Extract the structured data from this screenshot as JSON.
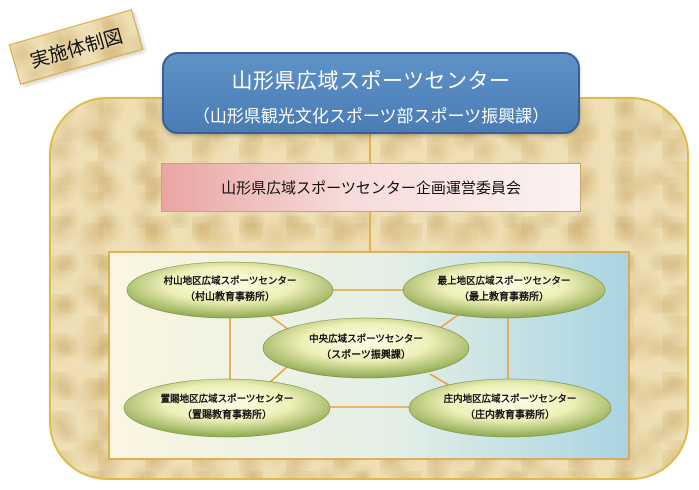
{
  "title_tag": "実施体制図",
  "header": {
    "title": "山形県広域スポーツセンター",
    "subtitle": "（山形県観光文化スポーツ部スポーツ振興課）"
  },
  "committee": "山形県広域スポーツセンター企画運営委員会",
  "nodes": [
    {
      "id": "murayama",
      "name": "村山地区広域スポーツセンター",
      "office": "（村山教育事務所）"
    },
    {
      "id": "mogami",
      "name": "最上地区広域スポーツセンター",
      "office": "（最上教育事務所）"
    },
    {
      "id": "central",
      "name": "中央広域スポーツセンター",
      "office": "（スポーツ振興課）"
    },
    {
      "id": "okitama",
      "name": "置賜地区広域スポーツセンター",
      "office": "（置賜教育事務所）"
    },
    {
      "id": "shonai",
      "name": "庄内地区広域スポーツセンター",
      "office": "（庄内教育事務所）"
    }
  ],
  "colors": {
    "header_fill": "#4f81bd",
    "connector": "#e8a23a",
    "node_fill": "#9bbb59",
    "outer_border": "#e0b84c"
  }
}
